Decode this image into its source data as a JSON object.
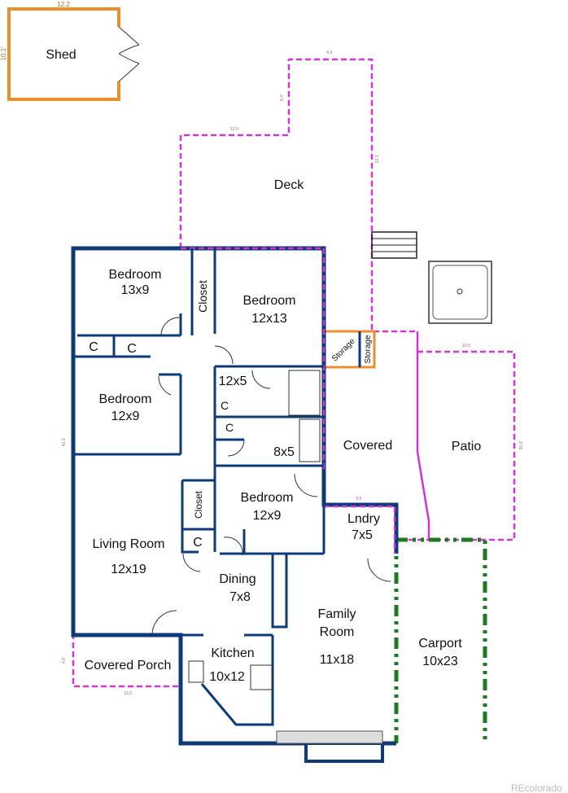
{
  "rooms": {
    "shed": "Shed",
    "deck": "Deck",
    "bedroom1_name": "Bedroom",
    "bedroom1_size": "13x9",
    "closet1": "Closet",
    "bedroom2_name": "Bedroom",
    "bedroom2_size": "12x13",
    "storage1": "Storage",
    "storage2": "Storage",
    "c1": "C",
    "c2": "C",
    "c3": "C",
    "c4": "C",
    "c5": "C",
    "bedroom3_name": "Bedroom",
    "bedroom3_size": "12x9",
    "bath1": "12x5",
    "bath2": "8x5",
    "covered": "Covered",
    "patio": "Patio",
    "closet2": "Closet",
    "bedroom4_name": "Bedroom",
    "bedroom4_size": "12x9",
    "laundry_name": "Lndry",
    "laundry_size": "7x5",
    "living_name": "Living Room",
    "living_size": "12x19",
    "dining_name": "Dining",
    "dining_size": "7x8",
    "family_name": "Family",
    "family_name2": "Room",
    "family_size": "11x18",
    "carport_name": "Carport",
    "carport_size": "10x23",
    "porch": "Covered Porch",
    "kitchen_name": "Kitchen",
    "kitchen_size": "10x12"
  },
  "dimensions": {
    "shed_w": "12.2",
    "shed_h": "10.1'",
    "deck_top": "9.3",
    "deck_step": "8.0'",
    "deck_mid": "12.0",
    "deck_right": "22.1'",
    "patio_top": "10.5",
    "patio_right": "20.0'",
    "laundry_top": "5.5",
    "house_left": "43.1'",
    "porch_left": "4.0'",
    "porch_bottom": "12.0"
  },
  "watermark": "REcolorado",
  "colors": {
    "wall": "#0d3a78",
    "outdoor": "#d633d6",
    "carport": "#1e7a1e",
    "shed": "#e8902c"
  }
}
